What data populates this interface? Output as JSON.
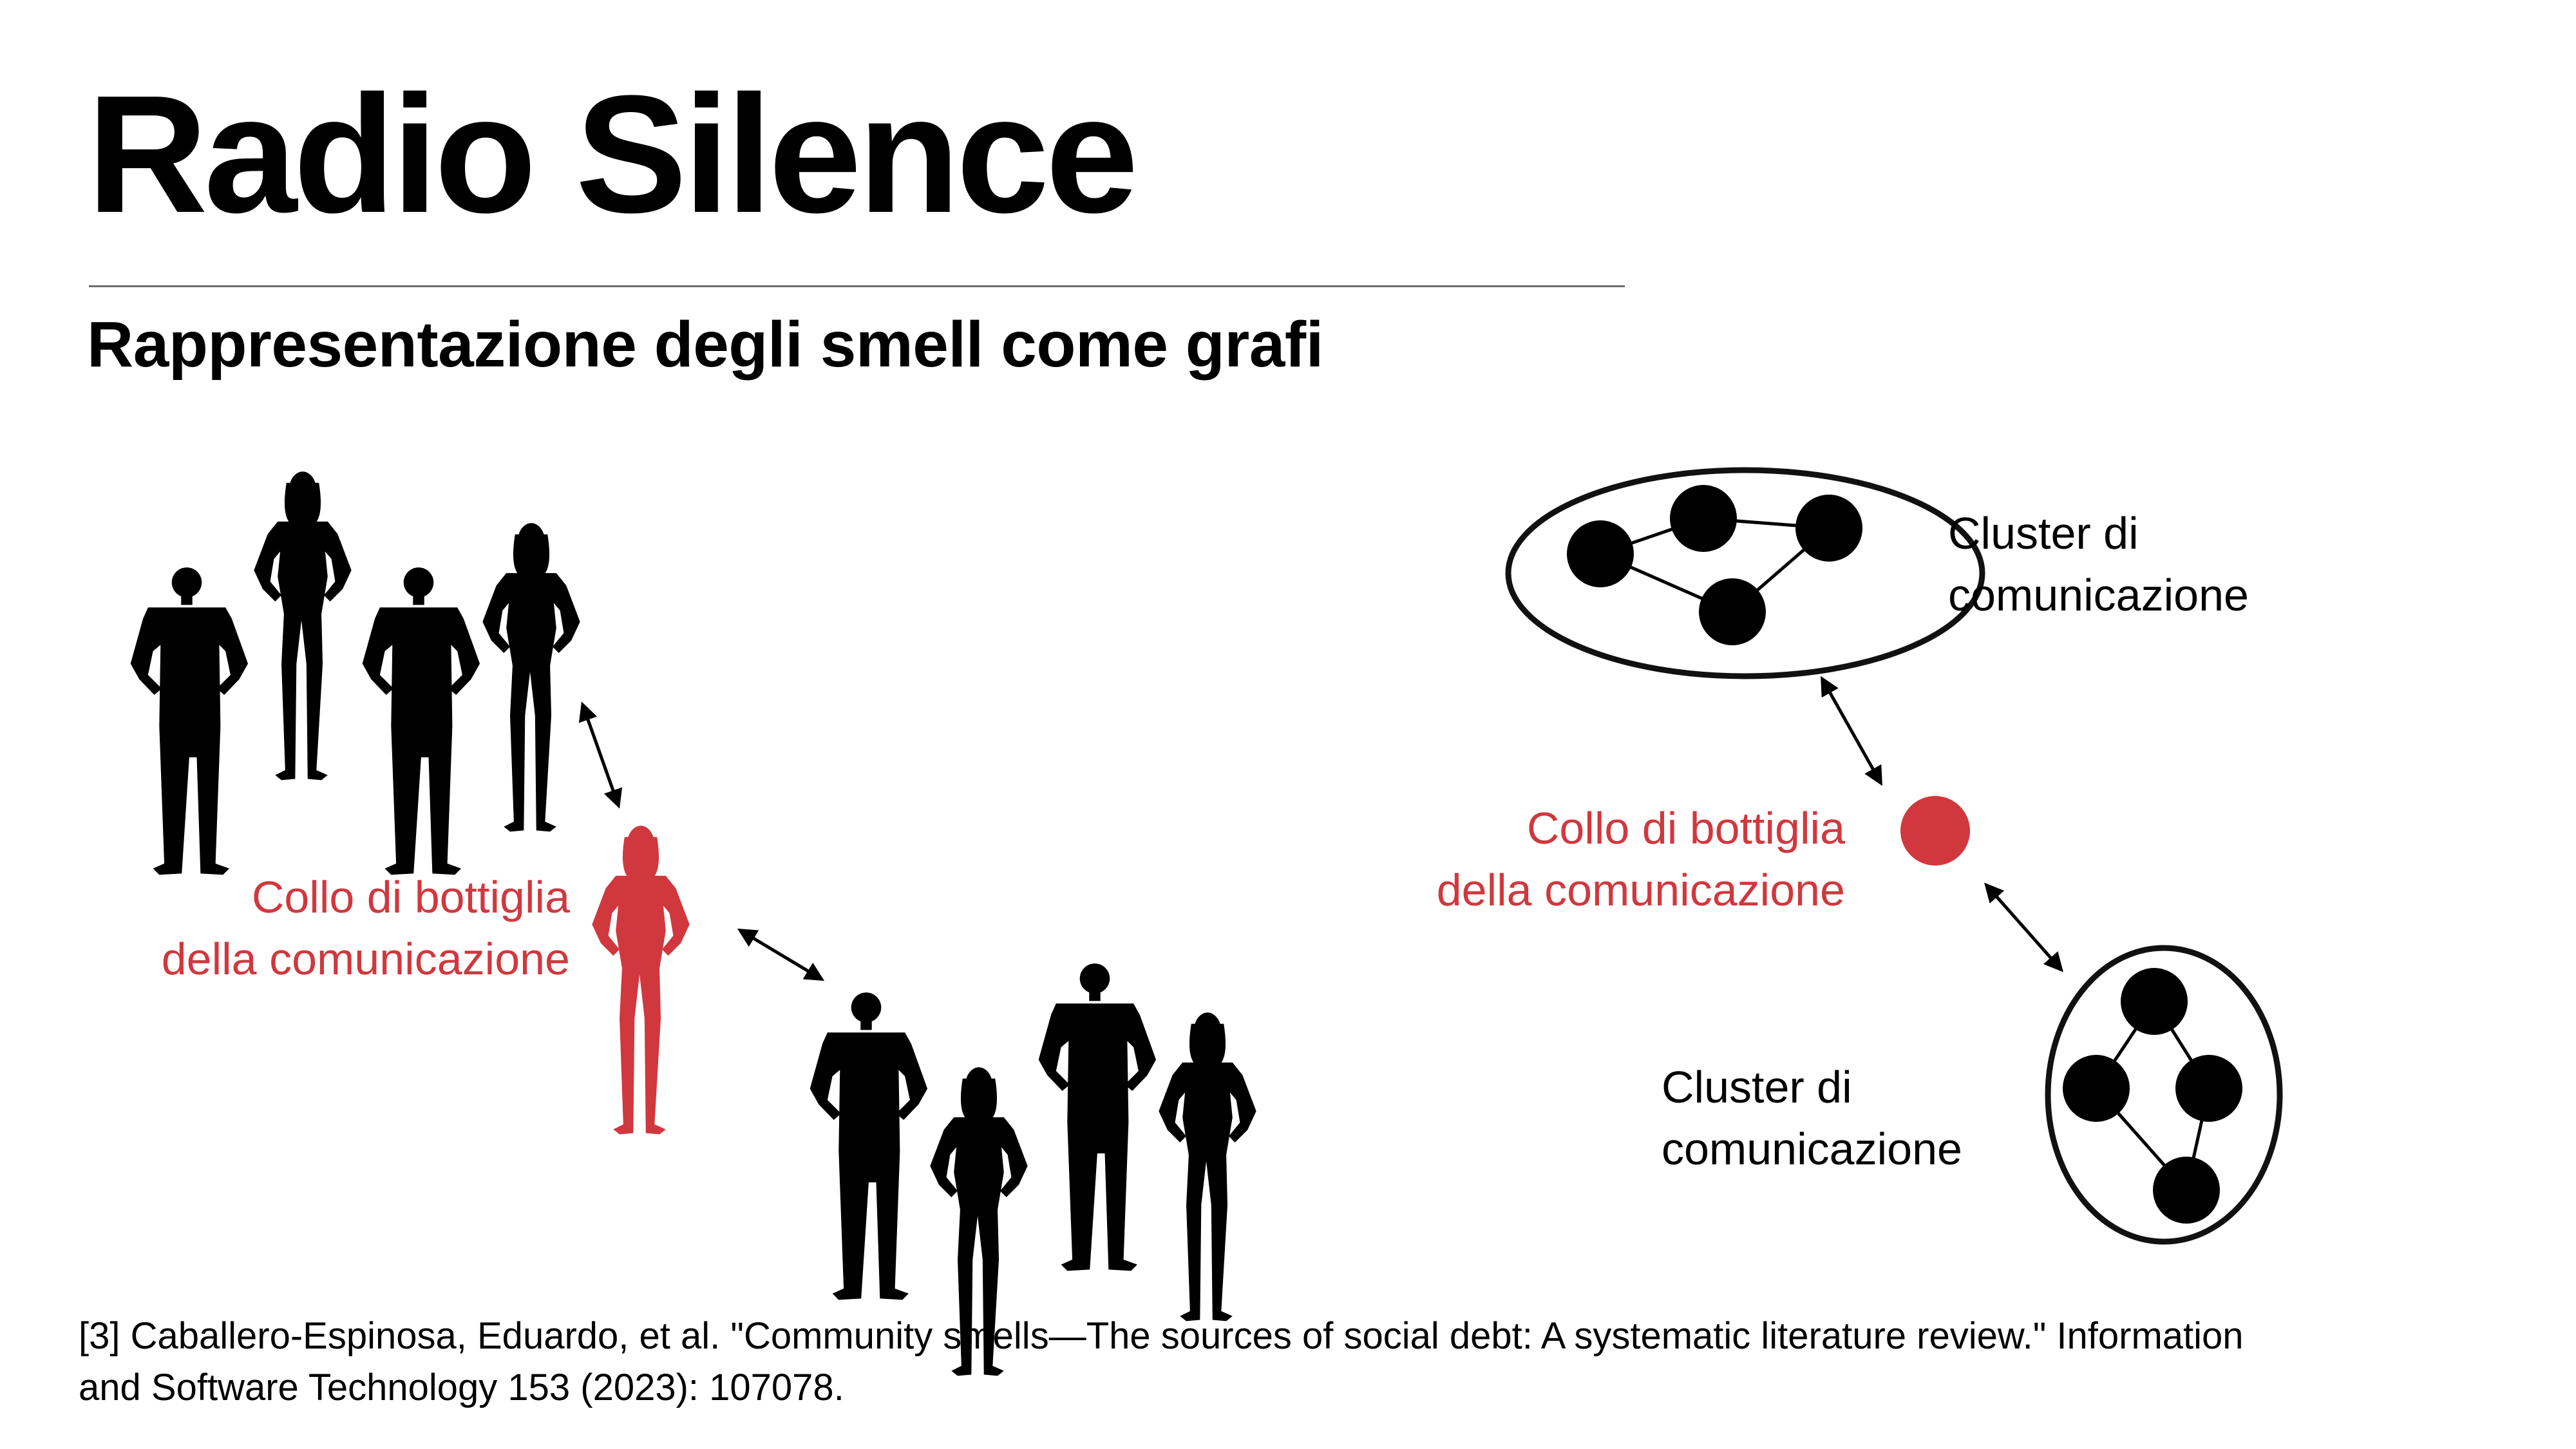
{
  "title": "Radio Silence",
  "subtitle": "Rappresentazione degli smell come grafi",
  "left_diagram": {
    "bottleneck_label_line1": "Collo di bottiglia",
    "bottleneck_label_line2": "della comunicazione"
  },
  "right_diagram": {
    "top_cluster_label_line1": "Cluster di",
    "top_cluster_label_line2": "comunicazione",
    "bottleneck_label_line1": "Collo di bottiglia",
    "bottleneck_label_line2": "della comunicazione",
    "bottom_cluster_label_line1": "Cluster di",
    "bottom_cluster_label_line2": "comunicazione"
  },
  "citation": {
    "line1": "[3] Caballero-Espinosa, Eduardo, et al. \"Community smells—The sources of social debt: A systematic literature review.\" Information",
    "line2": "and Software Technology 153 (2023): 107078."
  },
  "colors": {
    "accent": "#d0383e",
    "ink": "#000000",
    "rule": "#6b6b6b"
  }
}
